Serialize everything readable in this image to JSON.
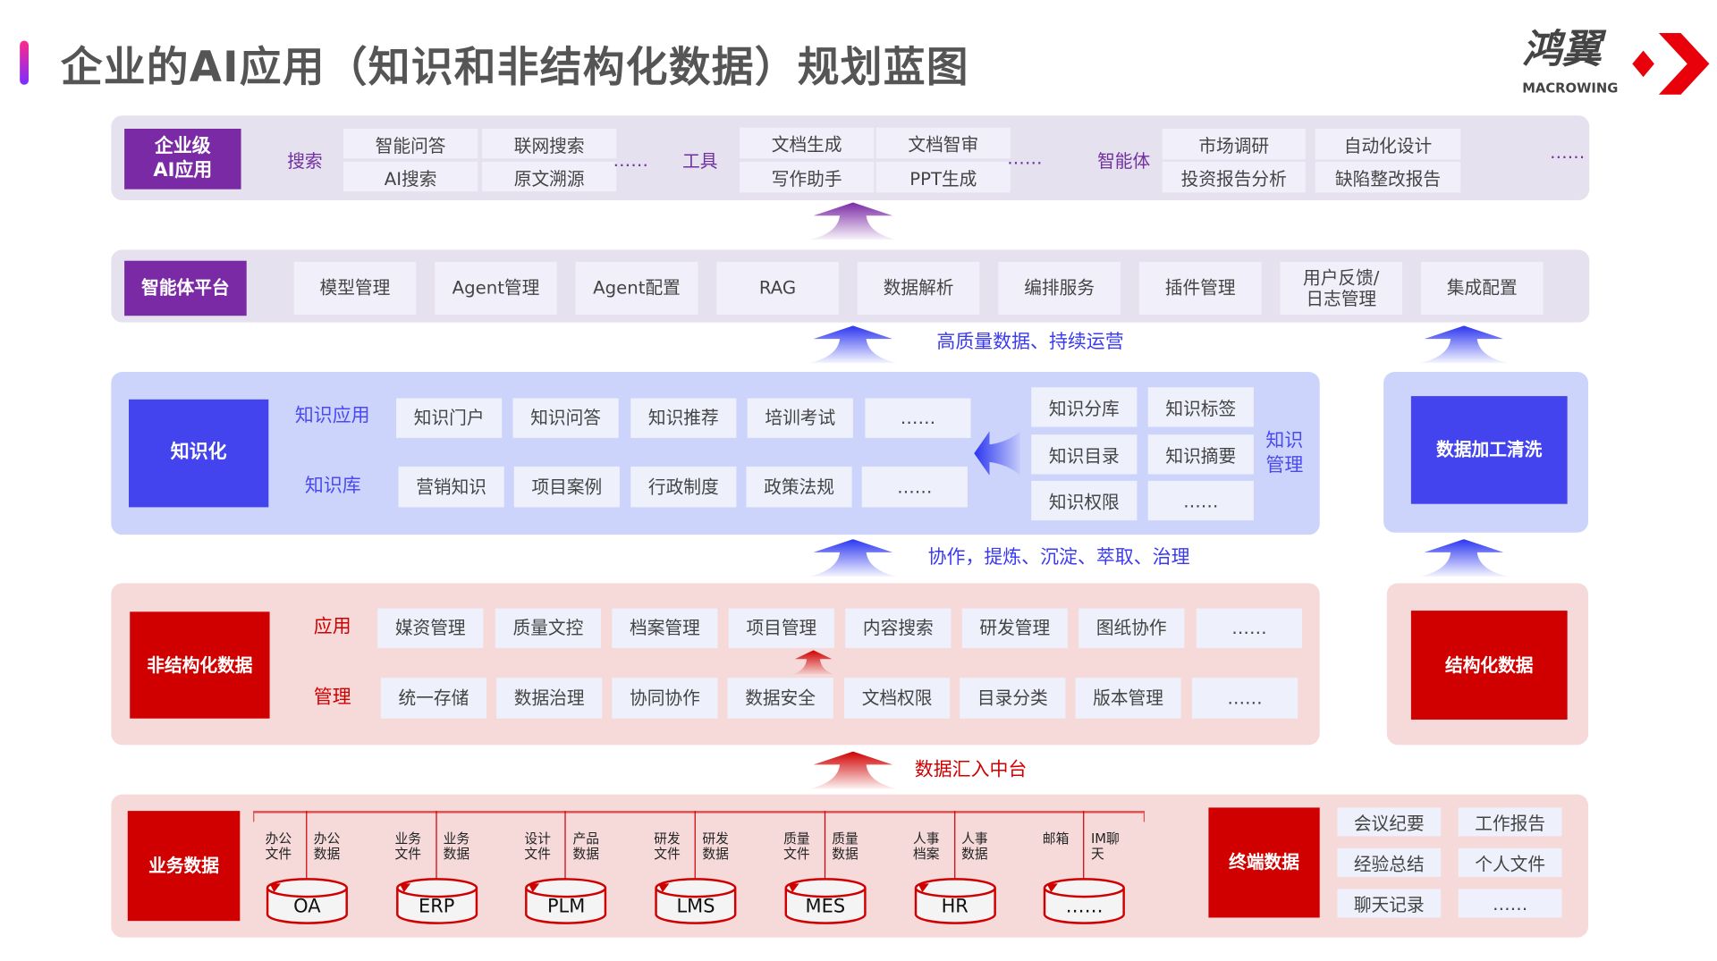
{
  "title": "企业的AI应用（知识和非结构化数据）规划蓝图",
  "logo": {
    "cn": "鸿翼",
    "en": "MACROWING"
  },
  "colors": {
    "purple": "#7b2aa6",
    "blue": "#4444ee",
    "red": "#d00000",
    "purple_bg": "#e6e1ee",
    "blue_bg": "#cdd4fb",
    "red_bg": "#f6dada"
  },
  "layer_app": {
    "label": "企业级\nAI应用",
    "search": {
      "label": "搜索",
      "items": [
        "智能问答",
        "联网搜索",
        "AI搜索",
        "原文溯源"
      ],
      "more": "……"
    },
    "tools": {
      "label": "工具",
      "items": [
        "文档生成",
        "文档智审",
        "写作助手",
        "PPT生成"
      ],
      "more": "……"
    },
    "agent": {
      "label": "智能体",
      "items": [
        "市场调研",
        "自动化设计",
        "投资报告分析",
        "缺陷整改报告"
      ],
      "more": "……"
    }
  },
  "layer_platform": {
    "label": "智能体平台",
    "items": [
      "模型管理",
      "Agent管理",
      "Agent配置",
      "RAG",
      "数据解析",
      "编排服务",
      "插件管理",
      "用户反馈/\n日志管理",
      "集成配置"
    ]
  },
  "flow1": "高质量数据、持续运营",
  "layer_knowledge": {
    "label": "知识化",
    "app_label": "知识应用",
    "app_items": [
      "知识门户",
      "知识问答",
      "知识推荐",
      "培训考试",
      "……"
    ],
    "base_label": "知识库",
    "base_items": [
      "营销知识",
      "项目案例",
      "行政制度",
      "政策法规",
      "……"
    ],
    "mgmt_label": "知识\n管理",
    "mgmt_items": [
      "知识分库",
      "知识标签",
      "知识目录",
      "知识摘要",
      "知识权限",
      "……"
    ],
    "side_label": "数据加工清洗"
  },
  "flow2": "协作，提炼、沉淀、萃取、治理",
  "layer_unstructured": {
    "label": "非结构化数据",
    "app_label": "应用",
    "app_items": [
      "媒资管理",
      "质量文控",
      "档案管理",
      "项目管理",
      "内容搜索",
      "研发管理",
      "图纸协作",
      "……"
    ],
    "mgmt_label": "管理",
    "mgmt_items": [
      "统一存储",
      "数据治理",
      "协同协作",
      "数据安全",
      "文档权限",
      "目录分类",
      "版本管理",
      "……"
    ],
    "side_label": "结构化数据"
  },
  "flow3": "数据汇入中台",
  "layer_business": {
    "label": "业务数据",
    "systems": [
      {
        "name": "OA",
        "a": "办公\n文件",
        "b": "办公\n数据"
      },
      {
        "name": "ERP",
        "a": "业务\n文件",
        "b": "业务\n数据"
      },
      {
        "name": "PLM",
        "a": "设计\n文件",
        "b": "产品\n数据"
      },
      {
        "name": "LMS",
        "a": "研发\n文件",
        "b": "研发\n数据"
      },
      {
        "name": "MES",
        "a": "质量\n文件",
        "b": "质量\n数据"
      },
      {
        "name": "HR",
        "a": "人事\n档案",
        "b": "人事\n数据"
      },
      {
        "name": "……",
        "a": "邮箱",
        "b": "IM聊\n天"
      }
    ],
    "terminal_label": "终端数据",
    "terminal_items": [
      "会议纪要",
      "工作报告",
      "经验总结",
      "个人文件",
      "聊天记录",
      "……"
    ]
  }
}
